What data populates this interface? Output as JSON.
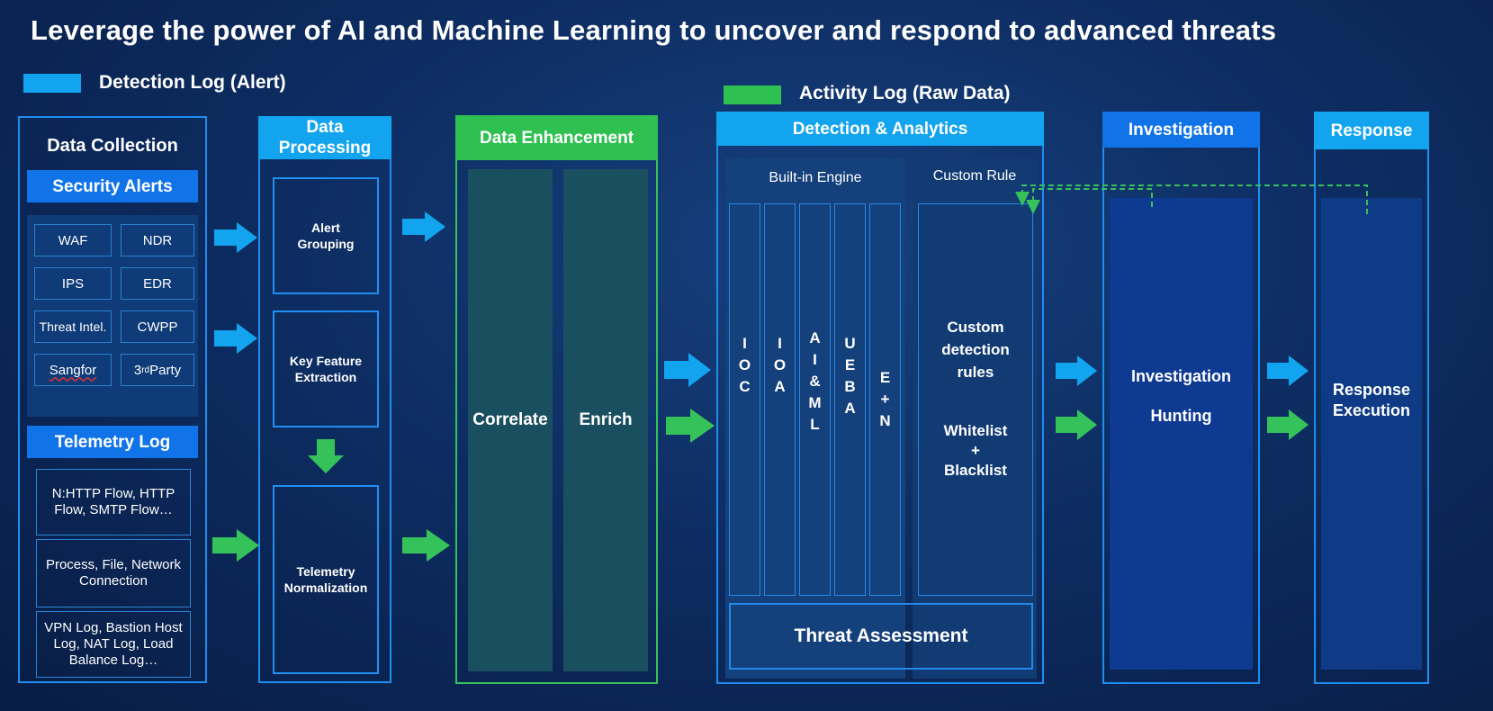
{
  "title": "Leverage the power of AI and Machine Learning to uncover and respond to advanced threats",
  "legend": {
    "detection": {
      "label": "Detection Log (Alert)",
      "color": "#13a4f0"
    },
    "activity": {
      "label": "Activity Log (Raw Data)",
      "color": "#2fc052"
    }
  },
  "data_collection": {
    "title": "Data Collection",
    "security_alerts": {
      "title": "Security Alerts",
      "items": [
        "WAF",
        "NDR",
        "IPS",
        "EDR",
        "Threat Intel.",
        "CWPP",
        "Sangfor",
        "3",
        "rd",
        " Party"
      ]
    },
    "telemetry_log": {
      "title": "Telemetry Log",
      "items": [
        "N:HTTP Flow, HTTP Flow, SMTP Flow…",
        "Process, File, Network Connection",
        "VPN Log, Bastion Host Log, NAT Log, Load Balance Log…"
      ]
    }
  },
  "data_processing": {
    "title": "Data Processing",
    "steps": [
      "Alert Grouping",
      "Key Feature Extraction",
      "Telemetry Normalization"
    ]
  },
  "data_enhancement": {
    "title": "Data Enhancement",
    "columns": [
      "Correlate",
      "Enrich"
    ]
  },
  "detection_analytics": {
    "title": "Detection & Analytics",
    "builtin_title": "Built-in Engine",
    "custom_title": "Custom Rule",
    "engines": [
      {
        "name": "IOC",
        "letters": [
          "I",
          "O",
          "C"
        ]
      },
      {
        "name": "IOA",
        "letters": [
          "I",
          "O",
          "A"
        ]
      },
      {
        "name": "AI&ML",
        "letters": [
          "A",
          "I",
          "&",
          "M",
          "L"
        ]
      },
      {
        "name": "UEBA",
        "letters": [
          "U",
          "E",
          "B",
          "A"
        ]
      },
      {
        "name": "E+N",
        "letters": [
          "E",
          "+",
          "N"
        ]
      }
    ],
    "custom_rules": "Custom detection rules",
    "lists": [
      "Whitelist",
      "+",
      "Blacklist"
    ],
    "threat_assessment": "Threat Assessment"
  },
  "investigation": {
    "title": "Investigation",
    "items": [
      "Investigation",
      "Hunting"
    ]
  },
  "response": {
    "title": "Response",
    "item": "Response Execution"
  }
}
